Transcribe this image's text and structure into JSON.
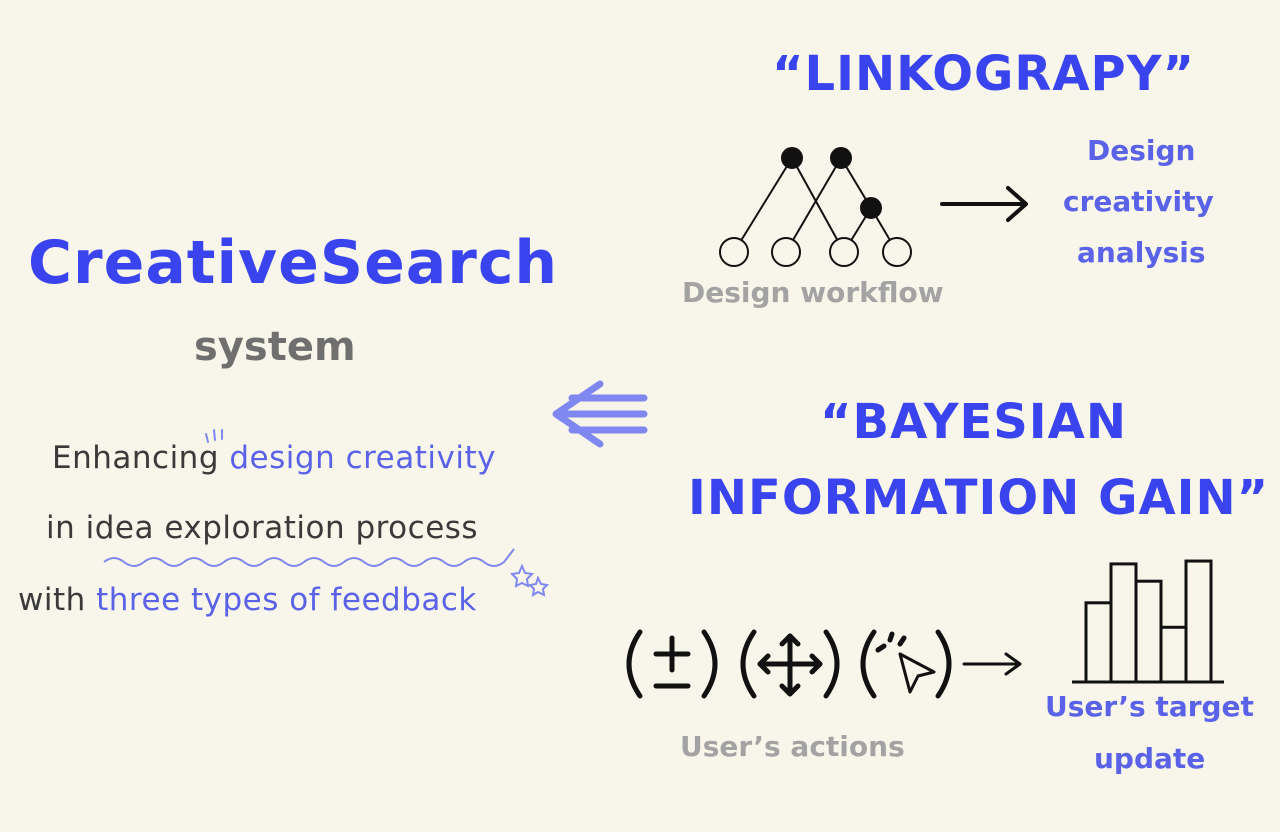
{
  "left": {
    "title": "CreativeSearch",
    "subtitle": "system",
    "line1_prefix": "Enhancing ",
    "line1_highlight": "design creativity",
    "line2_prefix": "in ",
    "line2_text": "idea exploration process",
    "line3_prefix": "with ",
    "line3_highlight": "three types of feedback"
  },
  "linkography": {
    "title": "“LINKOGRAPY”",
    "caption": "Design workflow",
    "output_lines": [
      "Design",
      "creativity",
      "analysis"
    ]
  },
  "bayesian": {
    "title_line1": "“BAYESIAN",
    "title_line2": "INFORMATION GAIN”",
    "actions_caption": "User’s actions",
    "output_lines": [
      "User’s target",
      "update"
    ]
  },
  "icons": {
    "plus_minus": "plus-minus-icon",
    "move": "move-arrows-icon",
    "click": "cursor-click-icon",
    "histogram": "bar-chart-icon",
    "left_arrow": "double-left-arrow-icon"
  },
  "bar_chart": {
    "values": [
      0.55,
      0.82,
      0.7,
      0.38,
      0.84
    ]
  },
  "colors": {
    "background": "#f8f6ea",
    "primary_blue": "#3a44ee",
    "soft_blue": "#7f88f0",
    "grey": "#6f6f6f",
    "ink": "#111111"
  }
}
